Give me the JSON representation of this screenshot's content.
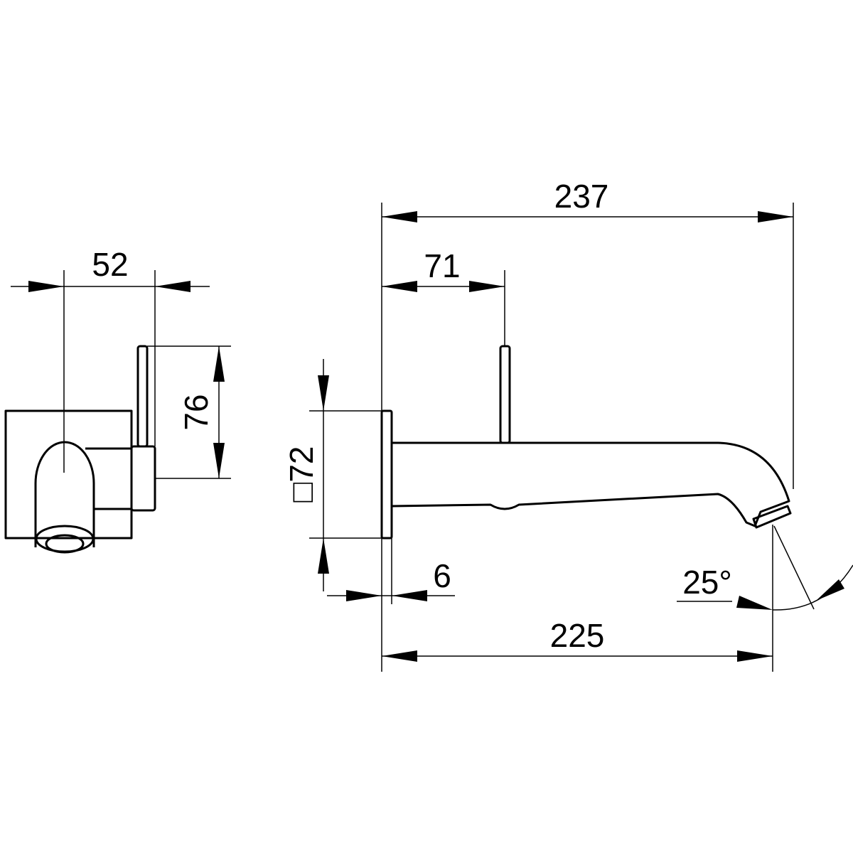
{
  "drawing": {
    "side_view": {
      "dim_depth": "52",
      "dim_lever_height": "76"
    },
    "front_view": {
      "dim_total_length": "237",
      "dim_lever_offset": "71",
      "dim_plate_square": "□72",
      "dim_plate_thickness": "6",
      "dim_spout_length": "225",
      "dim_angle": "25°"
    }
  }
}
